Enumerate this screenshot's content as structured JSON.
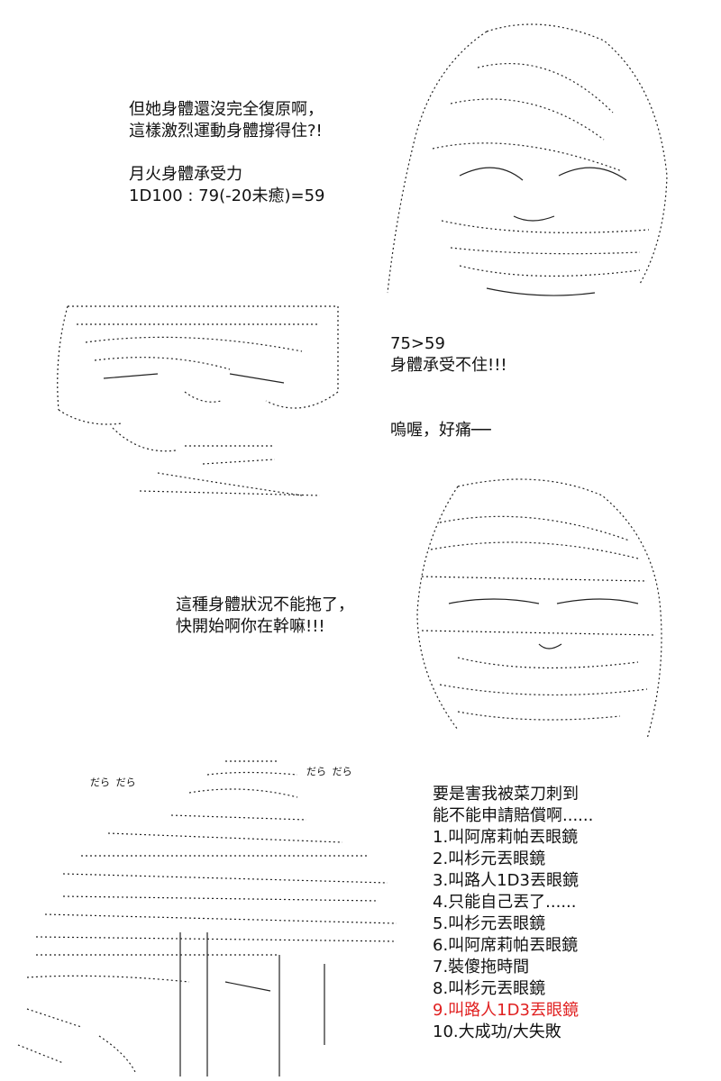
{
  "block1": {
    "lines": [
      "但她身體還沒完全復原啊，",
      "這樣激烈運動身體撐得住?!",
      "",
      "月火身體承受力",
      "1D100 : 79(-20未癒)=59"
    ]
  },
  "block2": {
    "lines": [
      "75>59",
      "身體承受不住!!!",
      "",
      "",
      "嗚喔，好痛──"
    ]
  },
  "block3": {
    "lines": [
      "這種身體狀況不能拖了，",
      "快開始啊你在幹嘛!!!"
    ]
  },
  "block4": {
    "title_lines": [
      "要是害我被菜刀刺到",
      "能不能申請賠償啊......"
    ],
    "options": [
      "1.叫阿席莉帕丟眼鏡",
      "2.叫杉元丟眼鏡",
      "3.叫路人1D3丟眼鏡",
      "4.只能自己丟了......",
      "5.叫杉元丟眼鏡",
      "6.叫阿席莉帕丟眼鏡",
      "7.裝傻拖時間",
      "8.叫杉元丟眼鏡",
      "9.叫路人1D3丟眼鏡",
      "10.大成功/大失敗"
    ],
    "highlight_index": 8,
    "highlight_color": "#e02020"
  },
  "sfx": {
    "dara1": "だら だら",
    "dara2": "だら だら"
  }
}
